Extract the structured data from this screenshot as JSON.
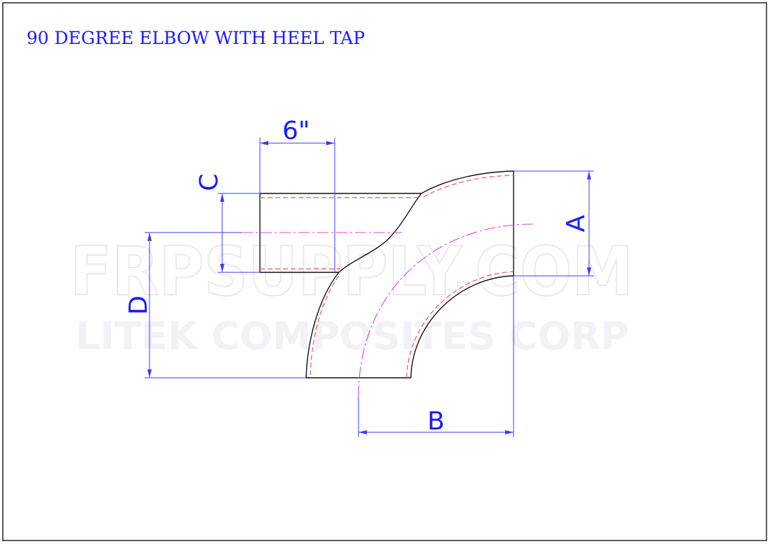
{
  "title": "90 DEGREE ELBOW WITH HEEL TAP",
  "dimensions": {
    "tap_length": "6\"",
    "a": "A",
    "b": "B",
    "c": "C",
    "d": "D"
  },
  "watermark": {
    "line1": "FRPSUPPLY.COM",
    "line2": "LITEK COMPOSITES CORP"
  },
  "colors": {
    "dimension": "#1a1aff",
    "object_line": "#111111",
    "hidden_line": "#ff4d5a",
    "center_line": "#e040e0"
  }
}
